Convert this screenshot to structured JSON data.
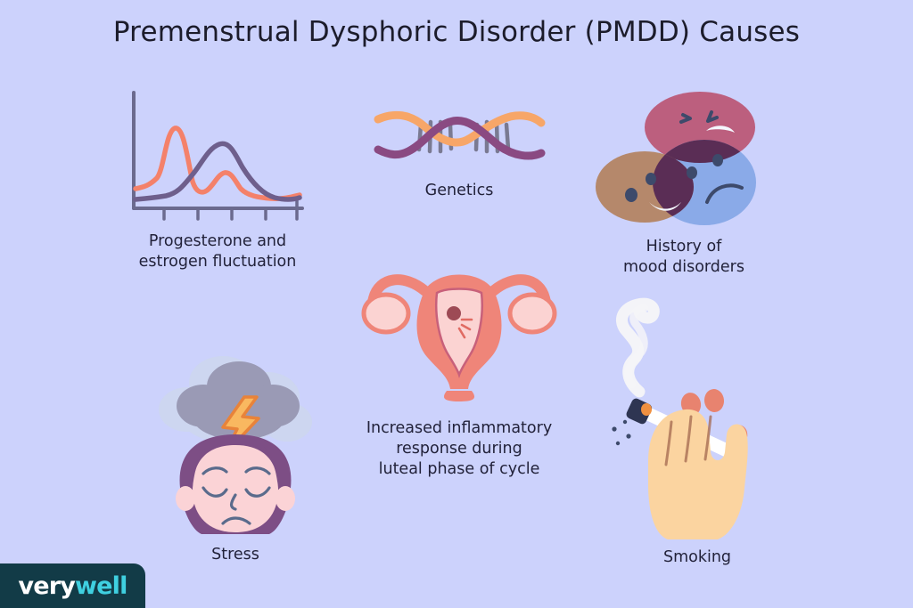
{
  "page": {
    "title": "Premenstrual Dysphoric Disorder (PMDD) Causes",
    "background_color": "#ccd2fc",
    "text_color": "#22223a"
  },
  "logo": {
    "name": "verywell",
    "part_one": "very",
    "part_two": "well",
    "background_color": "#123b47",
    "part_one_color": "#ffffff",
    "part_two_color": "#3fd0e0"
  },
  "causes": [
    {
      "id": "hormone-fluctuation",
      "icon": "hormone-curve-chart-icon",
      "caption": "Progesterone and\nestrogen fluctuation",
      "colors": {
        "axis": "#6b6a8e",
        "curve_estrogen": "#f4816a",
        "curve_progesterone": "#6e5f8c"
      }
    },
    {
      "id": "genetics",
      "icon": "dna-helix-icon",
      "caption": "Genetics",
      "colors": {
        "strand_orange": "#f7a668",
        "strand_purple": "#8a4a82",
        "rung": "#7a7a92"
      }
    },
    {
      "id": "mood-disorders",
      "icon": "mood-faces-icon",
      "caption": "History of\nmood disorders",
      "colors": {
        "face_angry": "#bc5f7e",
        "face_happy": "#b5886b",
        "face_sad": "#8aaae8",
        "overlap": "#5a2d55",
        "feature": "#3d4a6b"
      }
    },
    {
      "id": "inflammation",
      "icon": "uterus-icon",
      "caption": "Increased inflammatory\nresponse during\nluteal phase of cycle",
      "colors": {
        "organ": "#ef8579",
        "cavity": "#fbd3d2",
        "ovary": "#fbd3d2",
        "spot": "#9d4a55"
      }
    },
    {
      "id": "stress",
      "icon": "stressed-face-cloud-icon",
      "caption": "Stress",
      "colors": {
        "hair": "#7d4e85",
        "skin": "#fbd3d6",
        "cloud_front": "#9a9ab5",
        "cloud_back": "#cdd6f0",
        "bolt": "#f9b860",
        "bolt_outline": "#e8833a",
        "feature": "#5a6b8c"
      }
    },
    {
      "id": "smoking",
      "icon": "hand-cigarette-smoke-icon",
      "caption": "Smoking",
      "colors": {
        "skin": "#fbd4a0",
        "nail": "#e8836f",
        "cigarette": "#ffffff",
        "tip": "#2e3552",
        "ember": "#f09040",
        "smoke": "#f4f4f8",
        "finger_line": "#a4684f"
      }
    }
  ],
  "chart_data": {
    "type": "line",
    "title": "Progesterone and estrogen fluctuation",
    "xlabel": "",
    "ylabel": "",
    "grid": false,
    "legend": "none",
    "x": [
      0,
      1,
      2,
      3,
      4,
      5,
      6,
      7,
      8,
      9,
      10
    ],
    "xlim": [
      0,
      10
    ],
    "ylim": [
      0,
      100
    ],
    "tick_count": 5,
    "series": [
      {
        "name": "Estrogen",
        "color": "#f4816a",
        "values": [
          22,
          24,
          60,
          78,
          40,
          14,
          30,
          38,
          22,
          12,
          9
        ]
      },
      {
        "name": "Progesterone",
        "color": "#6e5f8c",
        "values": [
          9,
          9,
          11,
          18,
          38,
          56,
          64,
          58,
          38,
          20,
          11
        ]
      }
    ]
  }
}
